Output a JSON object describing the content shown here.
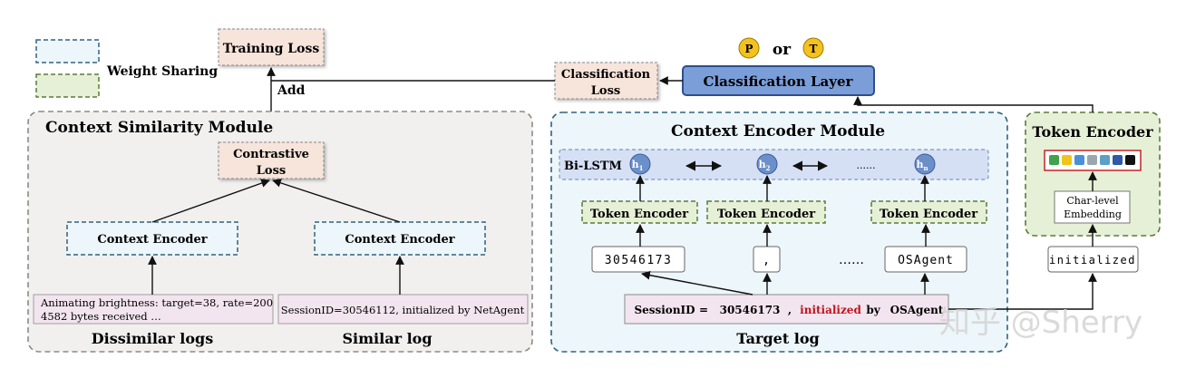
{
  "legend": {
    "weight_sharing": "Weight Sharing"
  },
  "training_loss": "Training Loss",
  "add_label": "Add",
  "classification_loss": [
    "Classification",
    "Loss"
  ],
  "classification_layer": "Classification Layer",
  "output": {
    "p": "P",
    "or": "or",
    "t": "T"
  },
  "context_similarity": {
    "title": "Context Similarity Module",
    "contrastive_loss": [
      "Contrastive",
      "Loss"
    ],
    "left_encoder": "Context Encoder",
    "right_encoder": "Context Encoder",
    "dissimilar_text": [
      "Animating brightness: target=38, rate=200",
      "4582 bytes received …"
    ],
    "similar_text": "SessionID=30546112, initialized by NetAgent",
    "dissimilar_label": "Dissimilar logs",
    "similar_label": "Similar log"
  },
  "context_encoder": {
    "title": "Context Encoder Module",
    "bilstm": "Bi-LSTM",
    "hidden": [
      {
        "base": "h",
        "sub": "1"
      },
      {
        "base": "h",
        "sub": "2"
      },
      {
        "base": "h",
        "sub": "n"
      }
    ],
    "ellipsis_small": "......",
    "ellipsis_large": "……",
    "token_encoders": [
      "Token Encoder",
      "Token Encoder",
      "Token Encoder"
    ],
    "tokens": [
      "30546173",
      ",",
      "OSAgent"
    ],
    "target_log": {
      "parts": [
        "SessionID",
        "=",
        "30546173",
        ",",
        "initialized",
        "by",
        "OSAgent"
      ],
      "highlight_index": 4,
      "highlight_color": "#c0141c"
    },
    "target_label": "Target log"
  },
  "token_encoder_module": {
    "title": "Token Encoder",
    "embedding": [
      "Char-level",
      "Embedding"
    ],
    "input_token": "initialized",
    "vector_colors": [
      "#3fa34d",
      "#f2c318",
      "#4a90d9",
      "#9aa7b0",
      "#5aa0c8",
      "#2e5aa8",
      "#111111"
    ]
  },
  "watermark": "知乎 @Sherry",
  "colors": {
    "blue_box_fill": "#edf6fa",
    "blue_box_stroke": "#2e6480",
    "green_box_fill": "#e6f0d6",
    "green_box_stroke": "#5b7a3c",
    "loss_fill": "#f7e4da",
    "log_fill": "#f3e5ef",
    "classification_layer_fill": "#7b9ed9",
    "output_circle_fill": "#f4c21c",
    "hidden_circle_fill": "#6b8fc9"
  }
}
